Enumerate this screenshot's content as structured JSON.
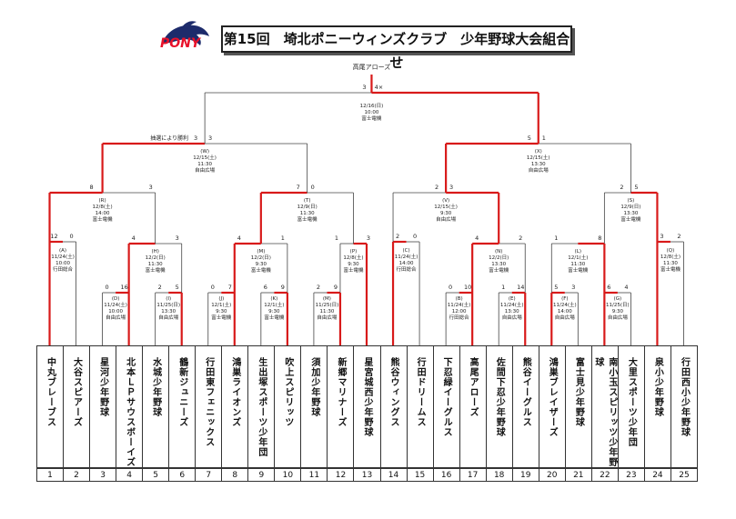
{
  "header": {
    "title": "第15回　埼北ポニーウィンズクラブ　少年野球大会組合せ",
    "logo_text": "PONY",
    "brand_color": "#e8112a"
  },
  "champion": "高尾アローズ",
  "final": {
    "date": "12/16(日)",
    "time": "10:00",
    "venue": "富士電機",
    "score_left": "3",
    "score_right": "4×"
  },
  "annotation": "抽選により勝利",
  "matches": [
    {
      "id": "W",
      "date": "12/15(土)",
      "time": "11:30",
      "venue": "自由広場",
      "score_left": "3",
      "score_right": "3"
    },
    {
      "id": "X",
      "date": "12/15(土)",
      "time": "13:30",
      "venue": "自由広場",
      "score_left": "5",
      "score_right": "1"
    },
    {
      "id": "R",
      "date": "12/8(土)",
      "time": "14:00",
      "venue": "富士電機",
      "score_left": "8",
      "score_right": "3"
    },
    {
      "id": "T",
      "date": "12/9(日)",
      "time": "11:30",
      "venue": "富士電機",
      "score_left": "7",
      "score_right": "0"
    },
    {
      "id": "V",
      "date": "12/15(土)",
      "time": "9:30",
      "venue": "自由広場",
      "score_left": "2",
      "score_right": "3"
    },
    {
      "id": "S",
      "date": "12/9(日)",
      "time": "13:30",
      "venue": "富士電機",
      "score_left": "2",
      "score_right": "5"
    },
    {
      "id": "A",
      "date": "11/24(土)",
      "time": "10:00",
      "venue": "行田総合",
      "score_left": "12",
      "score_right": "0"
    },
    {
      "id": "H",
      "date": "12/2(日)",
      "time": "11:30",
      "venue": "富士電機",
      "score_left": "4",
      "score_right": "3"
    },
    {
      "id": "M",
      "date": "12/2(日)",
      "time": "9:30",
      "venue": "富士電機",
      "score_left": "4",
      "score_right": "1"
    },
    {
      "id": "P",
      "date": "12/8(土)",
      "time": "9:30",
      "venue": "富士電機",
      "score_left": "1",
      "score_right": "3"
    },
    {
      "id": "C",
      "date": "11/24(土)",
      "time": "14:00",
      "venue": "行田総合",
      "score_left": "2",
      "score_right": "0"
    },
    {
      "id": "N",
      "date": "12/2(日)",
      "time": "13:30",
      "venue": "富士電機",
      "score_left": "4",
      "score_right": "2"
    },
    {
      "id": "L",
      "date": "12/1(土)",
      "time": "11:30",
      "venue": "富士電機",
      "score_left": "1",
      "score_right": "8"
    },
    {
      "id": "Q",
      "date": "12/8(土)",
      "time": "11:30",
      "venue": "富士電機",
      "score_left": "3",
      "score_right": "2"
    },
    {
      "id": "D",
      "date": "11/24(土)",
      "time": "10:00",
      "venue": "自由広場",
      "score_left": "0",
      "score_right": "16"
    },
    {
      "id": "I",
      "date": "11/25(日)",
      "time": "13:30",
      "venue": "自由広場",
      "score_left": "2",
      "score_right": "5"
    },
    {
      "id": "J",
      "date": "12/1(土)",
      "time": "9:30",
      "venue": "富士電機",
      "score_left": "0",
      "score_right": "7"
    },
    {
      "id": "K",
      "date": "12/1(土)",
      "time": "9:30",
      "venue": "富士電機",
      "score_left": "6",
      "score_right": "9"
    },
    {
      "id": "M2",
      "date": "11/25(日)",
      "time": "11:30",
      "venue": "自由広場",
      "score_left": "2",
      "score_right": "9"
    },
    {
      "id": "B",
      "date": "11/24(土)",
      "time": "12:00",
      "venue": "行田総合",
      "score_left": "0",
      "score_right": "10"
    },
    {
      "id": "E",
      "date": "11/24(土)",
      "time": "13:30",
      "venue": "自由広場",
      "score_left": "1",
      "score_right": "14"
    },
    {
      "id": "F",
      "date": "11/24(土)",
      "time": "14:00",
      "venue": "自由広場",
      "score_left": "5",
      "score_right": "3"
    },
    {
      "id": "G",
      "date": "11/25(日)",
      "time": "9:30",
      "venue": "自由広場",
      "score_left": "6",
      "score_right": "4"
    }
  ],
  "teams": [
    "中丸ブレーブス",
    "大谷スピアーズ",
    "星河少年野球",
    "北本ＬＰサウスボーイズ",
    "水城少年野球",
    "鶴新ジュニーズ",
    "行田東フェニックス",
    "鴻巣ライオンズ",
    "生出塚スポーツ少年団",
    "吹上スピリッツ",
    "須加少年野球",
    "新郷マリナーズ",
    "星宮城西少年野球",
    "熊谷ウィングス",
    "行田ドリームス",
    "下忍緑イーグルス",
    "高尾アローズ",
    "佐間下忍少年野球",
    "熊谷イーグルス",
    "鴻巣ブレイザーズ",
    "富士見少年野球",
    "南小玉スピリッツ少年野球",
    "大里スポーツ少年団",
    "泉小少年野球",
    "行田西小少年野球"
  ],
  "numbers": [
    "1",
    "2",
    "3",
    "4",
    "5",
    "6",
    "7",
    "8",
    "9",
    "10",
    "11",
    "12",
    "13",
    "14",
    "15",
    "16",
    "17",
    "18",
    "19",
    "20",
    "21",
    "22",
    "23",
    "24",
    "25"
  ]
}
